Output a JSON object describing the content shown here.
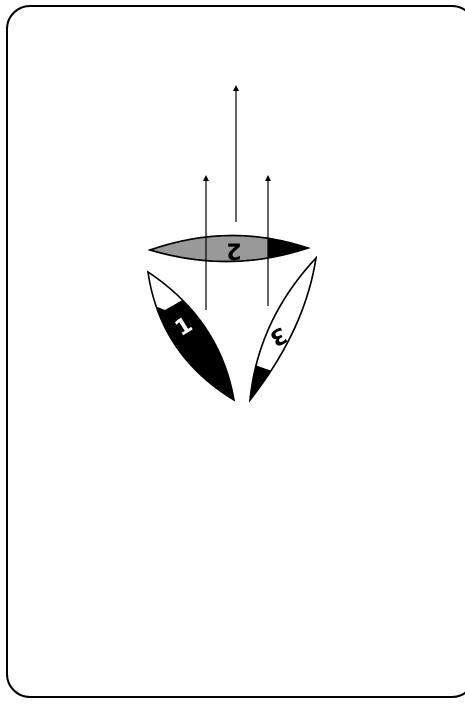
{
  "diagram": {
    "boats": [
      {
        "id": "1",
        "label": "1",
        "colors": {
          "hull": "#000000",
          "tip": "#ffffff",
          "text": "#ffffff"
        }
      },
      {
        "id": "2",
        "label": "2",
        "colors": {
          "hull": "#999999",
          "tip": "#000000",
          "text": "#000000"
        }
      },
      {
        "id": "3",
        "label": "3",
        "colors": {
          "hull": "#ffffff",
          "tip": "#000000",
          "text": "#000000"
        }
      }
    ],
    "arrows_count": 3
  }
}
